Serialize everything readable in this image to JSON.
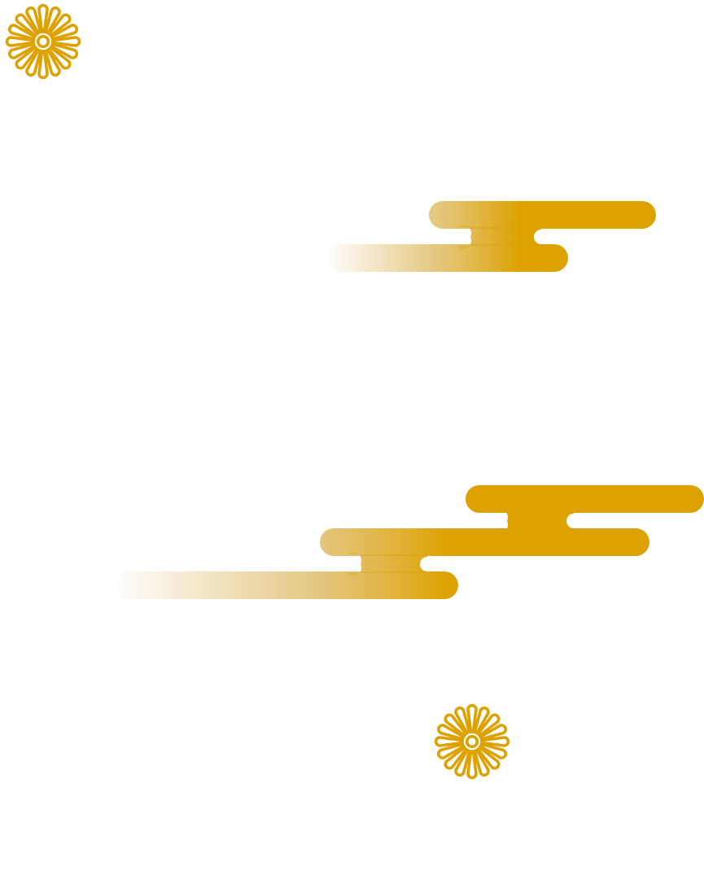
{
  "palette": {
    "gold": "#DDA200",
    "gold_fade_mid": "#DDBA62",
    "background": "#FFFFFF"
  },
  "decorations": {
    "crests": [
      {
        "name": "chrysanthemum-crest-top-left",
        "icon": "chrysanthemum-icon",
        "petals": 16
      },
      {
        "name": "chrysanthemum-crest-bottom",
        "icon": "chrysanthemum-icon",
        "petals": 16
      }
    ],
    "clouds": [
      {
        "name": "kasumi-cloud-upper",
        "icon": "kasumi-cloud-icon",
        "bars": 2
      },
      {
        "name": "kasumi-cloud-lower",
        "icon": "kasumi-cloud-icon",
        "bars": 3
      }
    ]
  }
}
